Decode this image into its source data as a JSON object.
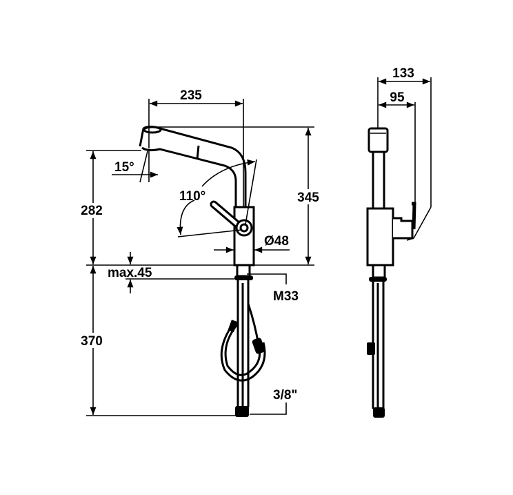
{
  "front_view": {
    "dim_reach": "235",
    "dim_total_height": "345",
    "dim_outlet_height": "282",
    "dim_below_counter": "370",
    "dim_spout_angle": "15°",
    "dim_swivel_angle": "110°",
    "dim_body_diameter": "Ø48",
    "dim_counter_thickness": "max.45",
    "dim_thread": "M33",
    "dim_connection": "3/8\""
  },
  "side_view": {
    "dim_lever_depth": "133",
    "dim_body_depth": "95"
  },
  "colors": {
    "line": "#000000",
    "background": "#ffffff"
  }
}
